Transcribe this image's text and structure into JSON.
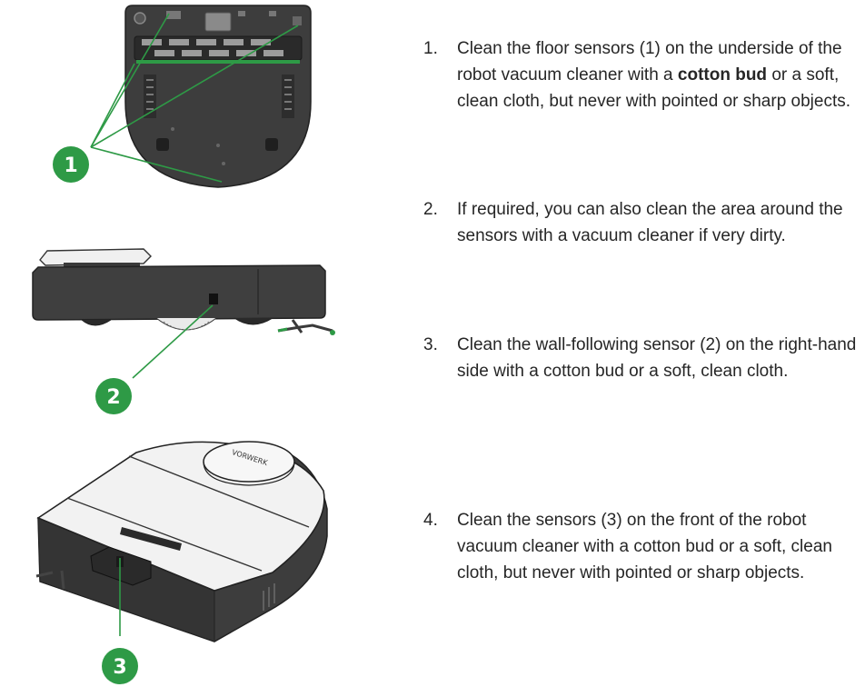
{
  "steps": [
    {
      "number": "1.",
      "text_before": "Clean the floor sensors (1) on the underside of the robot vacuum cleaner with a ",
      "text_bold": "cotton bud",
      "text_after": " or a soft, clean cloth, but never with pointed or sharp objects."
    },
    {
      "number": "2.",
      "text": "If required, you can also clean the area around the sensors with a vacuum cleaner if very dirty."
    },
    {
      "number": "3.",
      "text": "Clean the wall-following sensor (2) on the right-hand side with a cotton bud or a soft, clean cloth."
    },
    {
      "number": "4.",
      "text": "Clean the sensors (3) on the front of the robot vacuum cleaner with a cotton bud or a soft, clean cloth, but never with pointed or sharp objects."
    }
  ],
  "callouts": {
    "first": "1",
    "second": "2",
    "third": "3"
  },
  "colors": {
    "accent_green": "#2e9a46",
    "body_dark": "#3c3c3c",
    "body_light": "#f3f3f3",
    "text": "#262626"
  }
}
